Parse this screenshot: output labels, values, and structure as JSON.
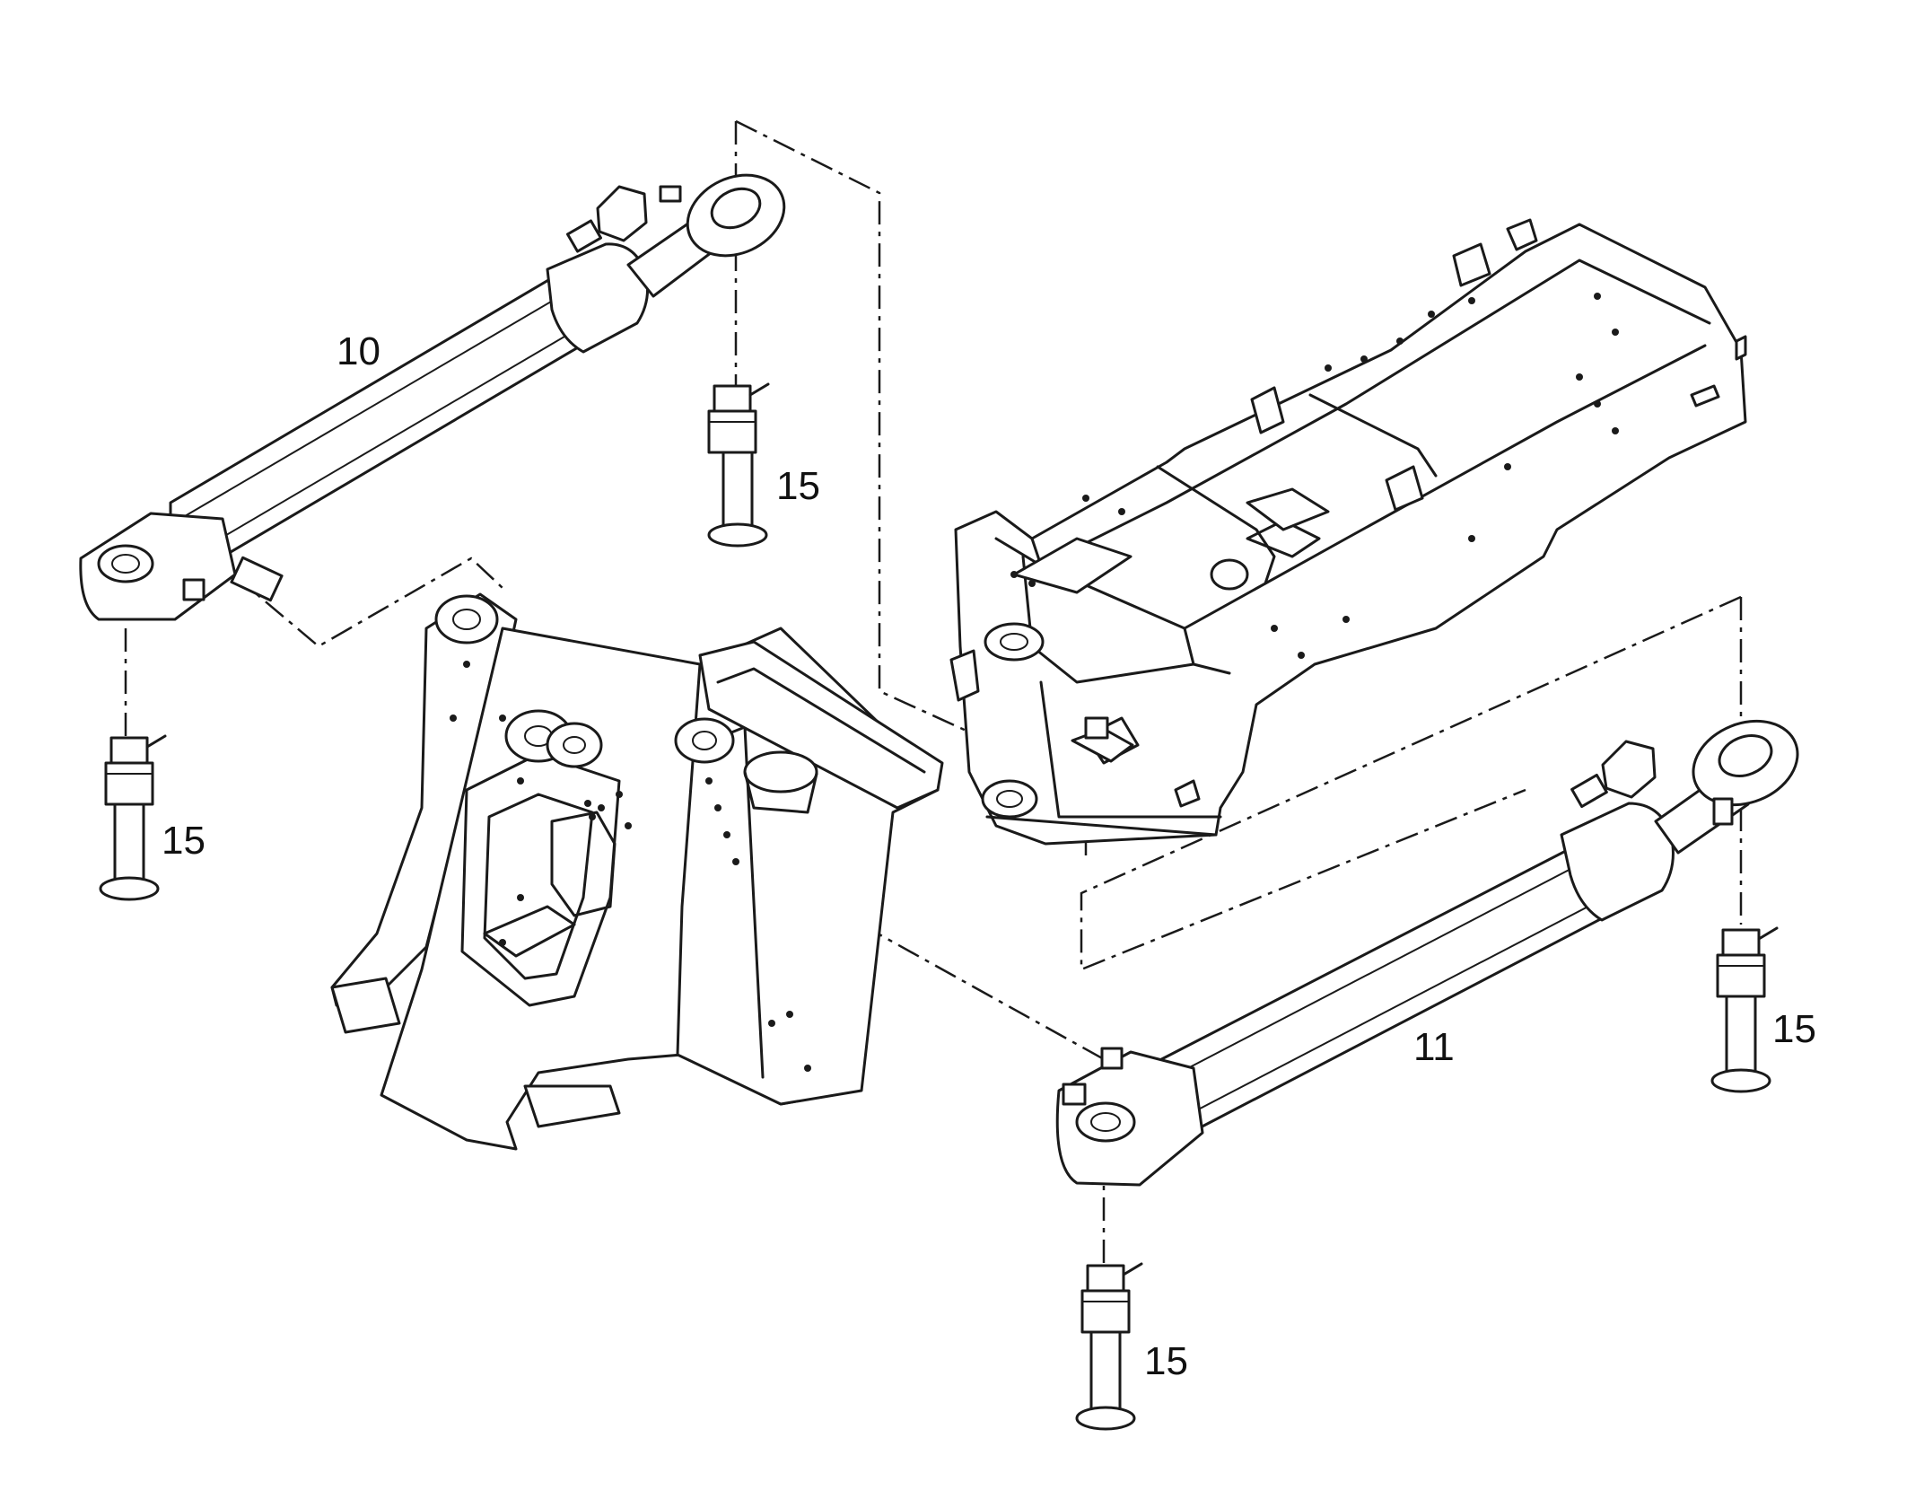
{
  "callouts": {
    "cylinder_left": "10",
    "cylinder_right": "11",
    "pin_top_left": "15",
    "pin_bottom_left": "15",
    "pin_right": "15",
    "pin_bottom_center": "15"
  },
  "colors": {
    "line": "#1a1a1a",
    "background": "#ffffff"
  }
}
